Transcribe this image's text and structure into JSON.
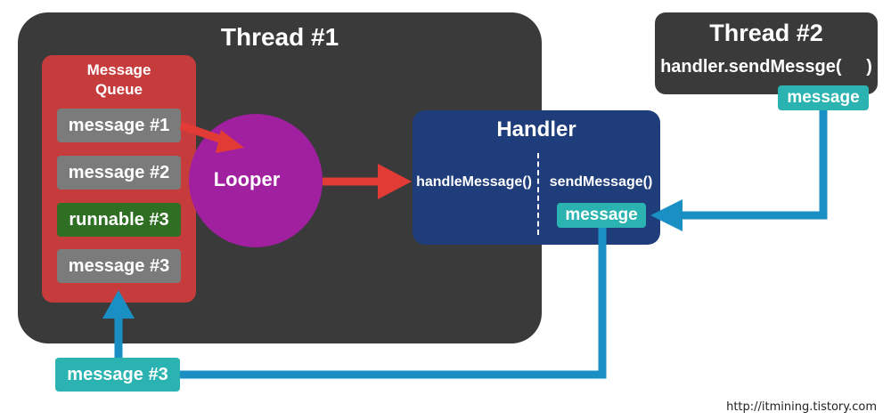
{
  "thread1": {
    "title": "Thread #1"
  },
  "thread2": {
    "title": "Thread #2",
    "call": "handler.sendMessge(     )",
    "message": "message"
  },
  "queue": {
    "title": "Message Queue",
    "items": [
      "message #1",
      "message #2",
      "runnable #3",
      "message #3"
    ]
  },
  "looper": {
    "label": "Looper"
  },
  "handler": {
    "title": "Handler",
    "handle": "handleMessage()",
    "send": "sendMessage()",
    "message": "message"
  },
  "bottom": {
    "message": "message #3"
  },
  "source": "http://itmining.tistory.com",
  "colors": {
    "thread_bg": "#3a3a3a",
    "queue_bg": "#c63c3c",
    "looper": "#a020a0",
    "handler_bg": "#1f3d7a",
    "teal": "#2ab3b0",
    "arrow_red": "#e23b36",
    "arrow_blue": "#1a8fc4"
  }
}
